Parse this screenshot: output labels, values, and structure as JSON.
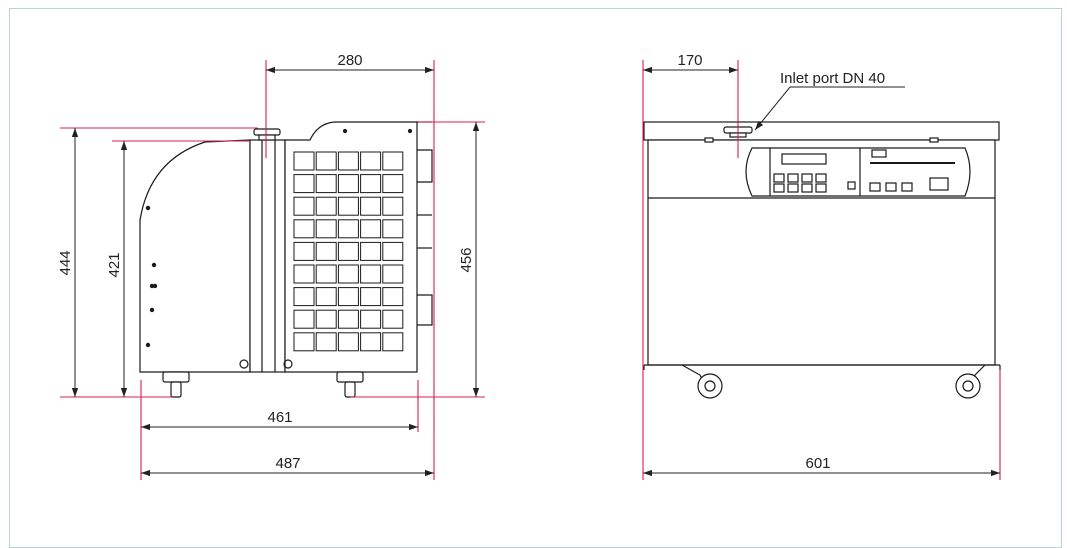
{
  "colors": {
    "dimension_line": "#d8204f",
    "outline": "#1a1a1a",
    "frame_border": "#b9d3cf"
  },
  "side_view": {
    "dim_top_width": "280",
    "dim_total_height": "444",
    "dim_body_height": "421",
    "dim_right_height": "456",
    "dim_base_width": "461",
    "dim_total_width": "487"
  },
  "front_view": {
    "dim_inlet_offset": "170",
    "inlet_label": "Inlet port DN 40",
    "dim_total_width": "601"
  },
  "icons": [
    "arrow-icon",
    "caster-wheel-icon",
    "inlet-flange-icon"
  ]
}
